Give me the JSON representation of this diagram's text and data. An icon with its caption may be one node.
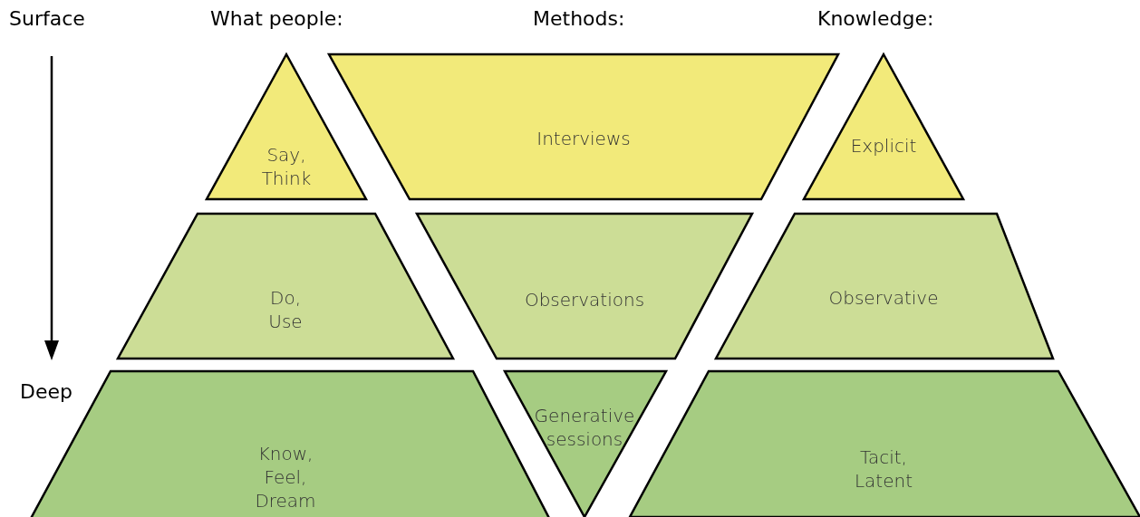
{
  "diagram": {
    "nodes": [
      {
        "text": [
          "Say, Think"
        ]
      },
      {
        "text": [
          "Interviews"
        ]
      },
      {
        "text": [
          "Explicit"
        ]
      },
      {
        "text": [
          "Do, Use"
        ]
      },
      {
        "text": [
          "Observations"
        ]
      },
      {
        "text": [
          "Observative"
        ]
      },
      {
        "text": [
          "Know, Feel, Dream"
        ]
      },
      {
        "text": [
          "Generative sessions"
        ]
      },
      {
        "text": [
          "Tacit, Latent"
        ]
      }
    ],
    "edges": [],
    "labels": [
      "Surface",
      "What people:",
      "Methods:",
      "Knowledge:",
      "Deep"
    ]
  }
}
